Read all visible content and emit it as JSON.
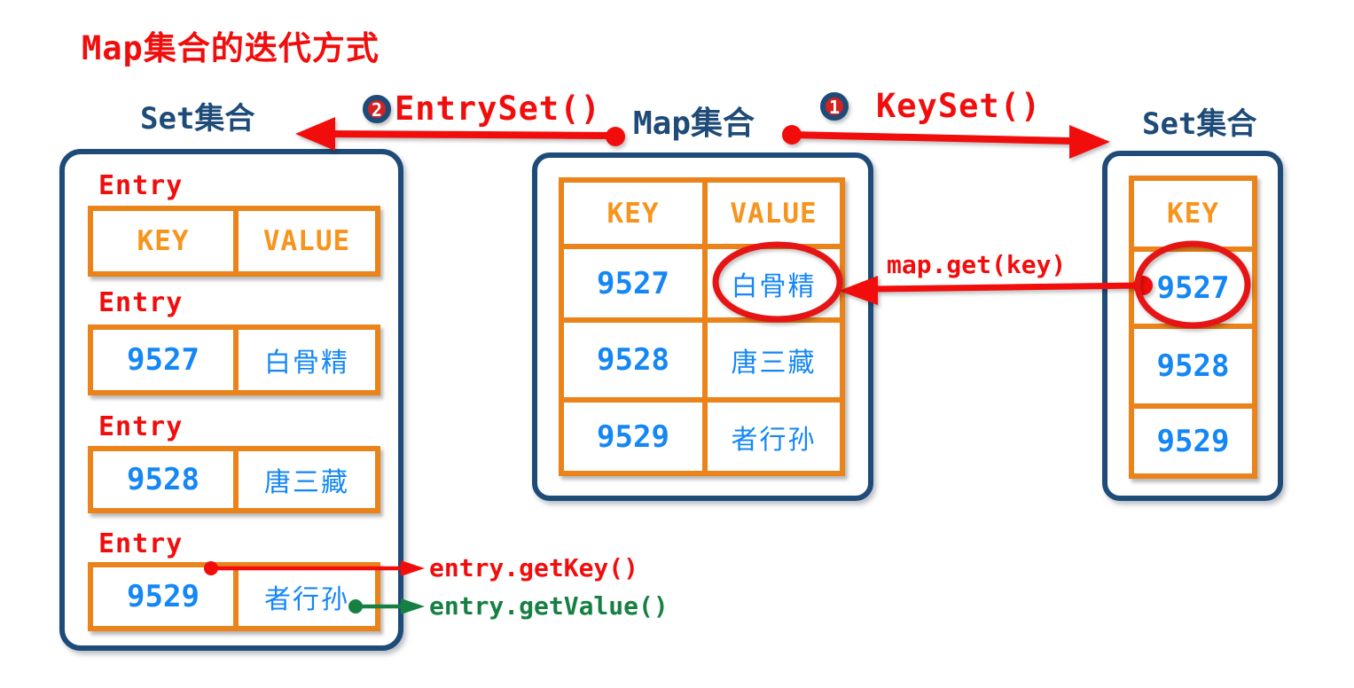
{
  "title": "Map集合的迭代方式",
  "labels": {
    "left_set": "Set集合",
    "entryset_badge": "2",
    "entryset_fn": "EntrySet()",
    "map": "Map集合",
    "keyset_badge": "1",
    "keyset_fn": "KeySet()",
    "right_set": "Set集合",
    "map_get_fn": "map.get(key)",
    "entry_get_key_fn": "entry.getKey()",
    "entry_get_value_fn": "entry.getValue()"
  },
  "left_box": {
    "entries": [
      {
        "label": "Entry",
        "key": "KEY",
        "value": "VALUE"
      },
      {
        "label": "Entry",
        "key": "9527",
        "value": "白骨精"
      },
      {
        "label": "Entry",
        "key": "9528",
        "value": "唐三藏"
      },
      {
        "label": "Entry",
        "key": "9529",
        "value": "者行孙"
      }
    ]
  },
  "map_box": {
    "header": {
      "key": "KEY",
      "value": "VALUE"
    },
    "rows": [
      {
        "key": "9527",
        "value": "白骨精"
      },
      {
        "key": "9528",
        "value": "唐三藏"
      },
      {
        "key": "9529",
        "value": "者行孙"
      }
    ]
  },
  "key_box": {
    "header": "KEY",
    "rows": [
      "9527",
      "9528",
      "9529"
    ]
  },
  "colors": {
    "navy": "#1e4b77",
    "orange_border": "#e9831a",
    "orange_text": "#f7941d",
    "blue_text": "#1487f5",
    "red": "#f20d0d",
    "green": "#168042"
  }
}
